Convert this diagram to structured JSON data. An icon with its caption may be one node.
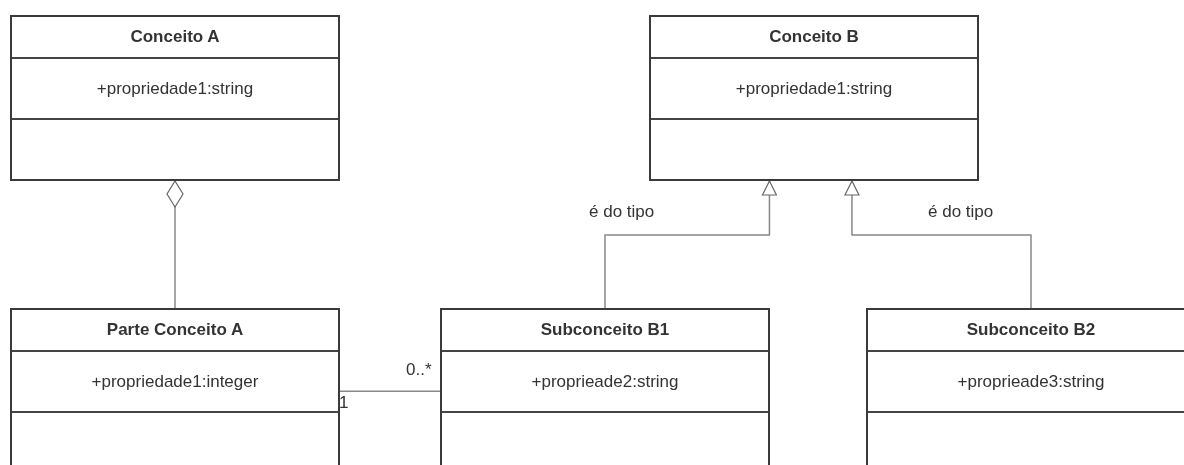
{
  "diagram": {
    "nodes": [
      {
        "text": [
          "Conceito A",
          "+propriedade1:string"
        ]
      },
      {
        "text": [
          "Conceito B",
          "+propriedade1:string"
        ]
      },
      {
        "text": [
          "Parte Conceito A",
          "+propriedade1:integer"
        ]
      },
      {
        "text": [
          "Subconceito B1",
          "+proprieade2:string"
        ]
      },
      {
        "text": [
          "Subconceito B2",
          "+proprieade3:string"
        ]
      }
    ],
    "edges": [
      {
        "from": 2,
        "to": 0,
        "arrow": "other"
      },
      {
        "from": 2,
        "to": 3,
        "arrow": "none"
      },
      {
        "from": 3,
        "to": 1,
        "arrow": "to",
        "label": "é do tipo"
      },
      {
        "from": 4,
        "to": 1,
        "arrow": "to",
        "label": "é do tipo"
      }
    ],
    "labels": [
      "0..*",
      "1"
    ]
  }
}
